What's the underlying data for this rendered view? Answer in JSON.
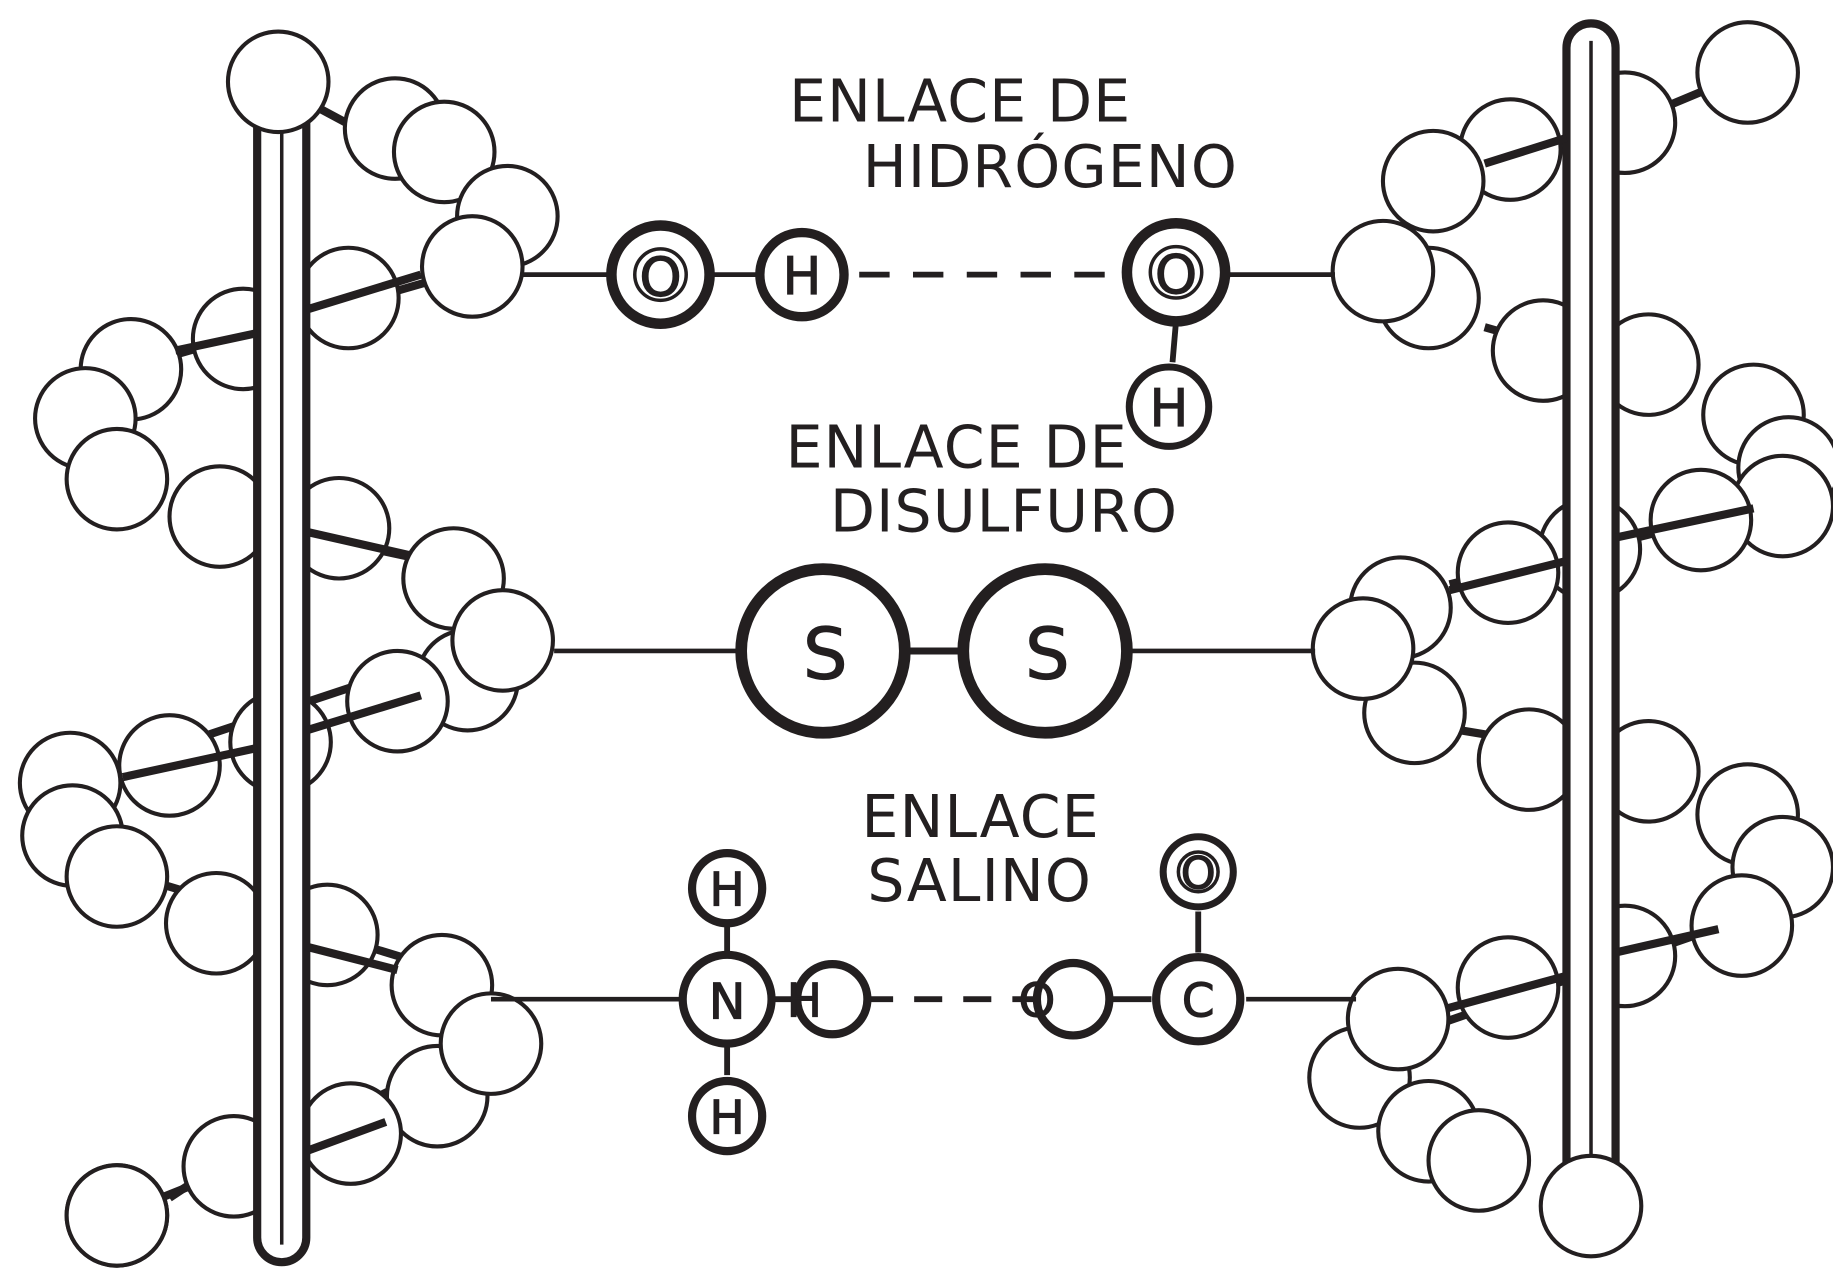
{
  "bonds": {
    "hydrogen": {
      "title_line1": "ENLACE DE",
      "title_line2": "HIDRÓGENO",
      "atom_o1": "O",
      "atom_h1": "H",
      "atom_o2": "O",
      "atom_h2": "H"
    },
    "disulfide": {
      "title_line1": "ENLACE DE",
      "title_line2": "DISULFURO",
      "atom_s1": "S",
      "atom_s2": "S"
    },
    "salt": {
      "title_line1": "ENLACE",
      "title_line2": "SALINO",
      "atom_h_top": "H",
      "atom_n": "N",
      "atom_h_bottom": "H",
      "atom_h_right": "H",
      "atom_o_minus": "O",
      "atom_c": "C",
      "atom_o_top": "O"
    }
  },
  "colors": {
    "ink": "#231f20",
    "background": "#ffffff"
  }
}
